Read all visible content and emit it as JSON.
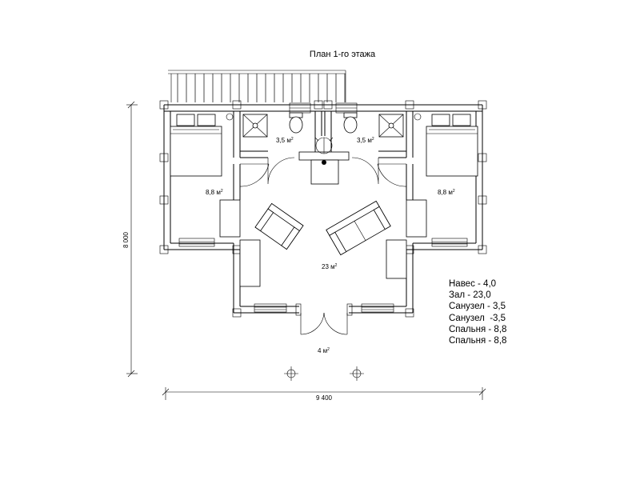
{
  "title": "План 1-го этажа",
  "dimensions": {
    "width": "9 400",
    "height": "8 000"
  },
  "rooms": {
    "bath_left": "3,5 м",
    "bath_right": "3,5 м",
    "bedroom_left": "8,8 м",
    "bedroom_right": "8,8 м",
    "hall": "23 м",
    "porch": "4 м",
    "superscript": "2"
  },
  "legend": [
    "Навес - 4,0",
    "Зал - 23,0",
    "Санузел - 3,5",
    "Санузел  -3,5",
    "Спальня - 8,8",
    "Спальня - 8,8"
  ]
}
